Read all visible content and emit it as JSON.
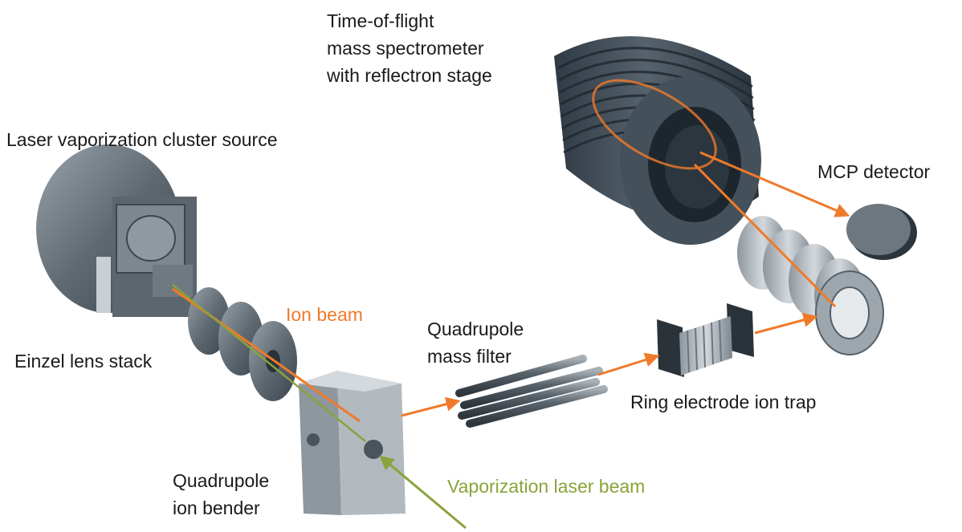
{
  "labels": {
    "tof_line1": "Time-of-flight",
    "tof_line2": "mass spectrometer",
    "tof_line3": "with reflectron stage",
    "cluster_source": "Laser vaporization cluster source",
    "mcp_detector": "MCP detector",
    "einzel": "Einzel lens stack",
    "ion_beam": "Ion beam",
    "quad_filter_line1": "Quadrupole",
    "quad_filter_line2": "mass filter",
    "ring_trap": "Ring electrode ion trap",
    "quad_bender_line1": "Quadrupole",
    "quad_bender_line2": "ion bender",
    "vapor_laser": "Vaporization laser beam"
  },
  "colors": {
    "ion_beam": "#f07a2a",
    "laser_beam": "#8aa33a",
    "metal_dark": "#3e4a55",
    "metal_mid": "#6b767f",
    "metal_light": "#b9c0c6"
  }
}
